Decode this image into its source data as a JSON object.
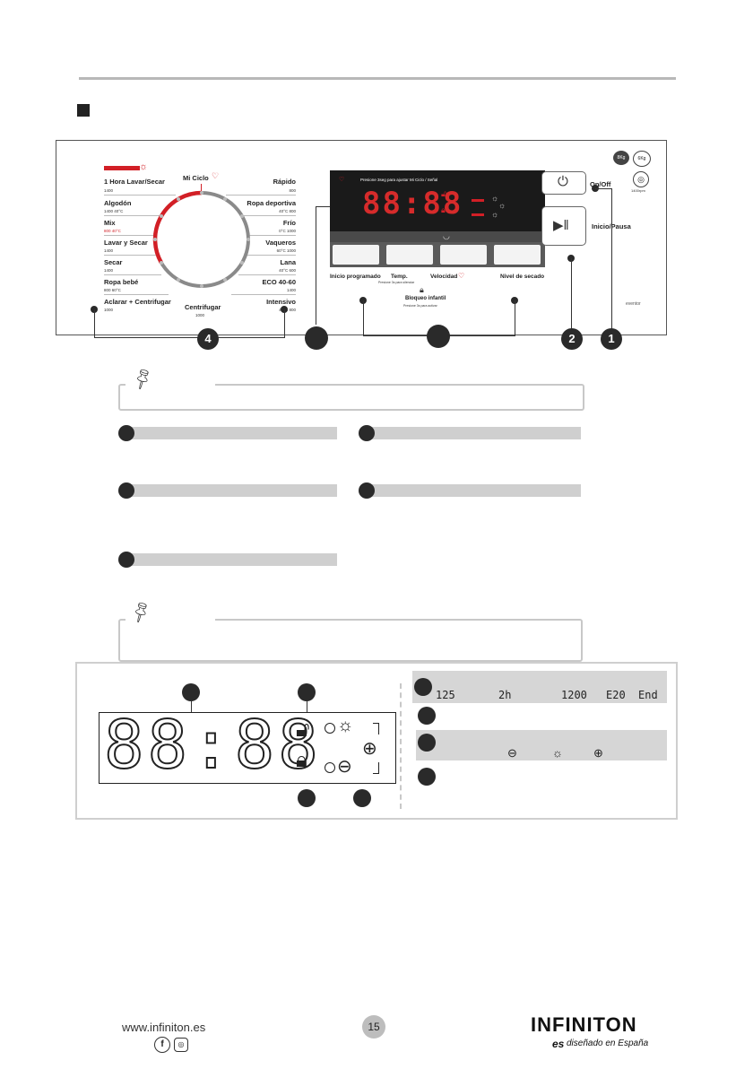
{
  "page_number": "15",
  "dial": {
    "left_programs": [
      {
        "label": "1 Hora Lavar/Secar",
        "sub": "1400"
      },
      {
        "label": "Algodón",
        "sub": "1400 40°C"
      },
      {
        "label": "Mix",
        "sub": "800 40°C"
      },
      {
        "label": "Lavar y Secar",
        "sub": "1400"
      },
      {
        "label": "Secar",
        "sub": "1400"
      },
      {
        "label": "Ropa bebé",
        "sub": "800 60°C"
      },
      {
        "label": "Aclarar + Centrifugar",
        "sub": "1000"
      }
    ],
    "right_programs": [
      {
        "label": "Rápido",
        "sub": "800"
      },
      {
        "label": "Ropa deportiva",
        "sub": "40°C 800"
      },
      {
        "label": "Frío",
        "sub": "0°C 1000"
      },
      {
        "label": "Vaqueros",
        "sub": "60°C 1000"
      },
      {
        "label": "Lana",
        "sub": "40°C 600"
      },
      {
        "label": "ECO 40-60",
        "sub": "1400"
      },
      {
        "label": "Intensivo",
        "sub": "40°C 800"
      }
    ],
    "top_label": "Mi Ciclo",
    "bottom_label": "Centrifugar",
    "bottom_sub": "1000"
  },
  "display": {
    "hint": "Presione 3seg para ajustar Mi Ciclo / Señal",
    "digits": "88:88"
  },
  "buttons": {
    "inicio_programado": "Inicio programado",
    "temp": "Temp.",
    "temp_sub": "Presione 3s para silenciar",
    "velocidad": "Velocidad",
    "nivel_secado": "Nivel de secado",
    "bloqueo": "Bloqueo infantil",
    "bloqueo_sub": "Presione 3s para activar",
    "onoff": "On/Off",
    "inicio_pausa": "Inicio/Pausa"
  },
  "capacity": {
    "wash": "8Kg",
    "dry": "6Kg",
    "rpm": "1400rpm"
  },
  "brand_small": "eventor",
  "callouts": {
    "c1": "1",
    "c2": "2",
    "c4": "4"
  },
  "lcd": {
    "digits": "88:88"
  },
  "readouts": {
    "r1": "125",
    "r2": "2h",
    "r3": "1200",
    "r4": "E20",
    "r5": "End"
  },
  "footer": {
    "url": "www.infiniton.es",
    "brand": "INFINITON",
    "tag_prefix": "es",
    "tag": "diseñado en España"
  },
  "colors": {
    "accent": "#d21f26",
    "dial_gray": "#8a8a8a",
    "display_bg": "#1a1a1a"
  }
}
